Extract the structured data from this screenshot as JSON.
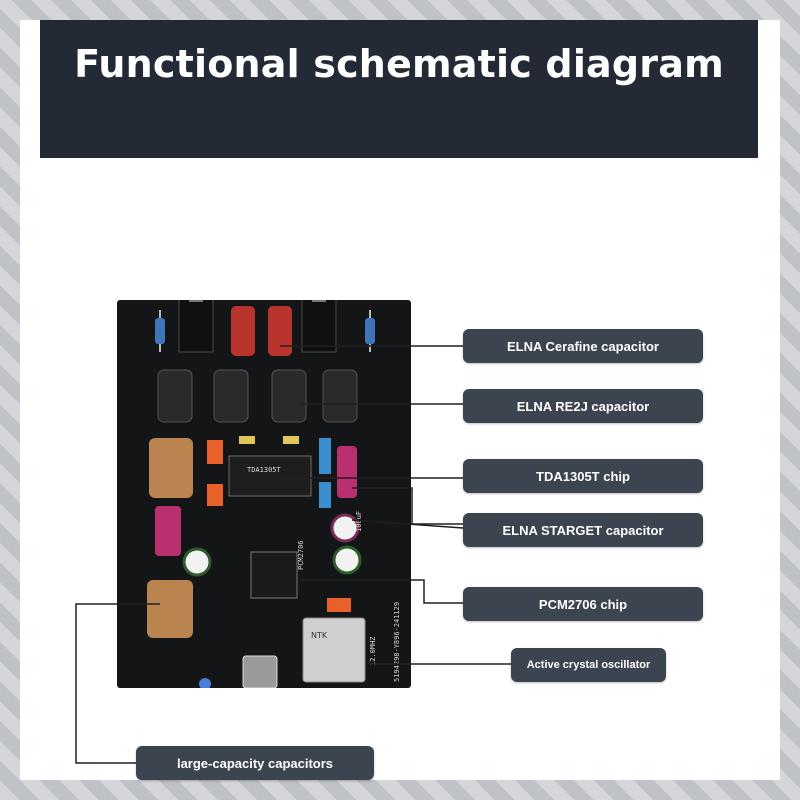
{
  "header": {
    "title": "Functional schematic diagram"
  },
  "callouts": {
    "elna_cerafine": "ELNA Cerafine capacitor",
    "elna_re2j": "ELNA RE2J capacitor",
    "tda1305t": "TDA1305T chip",
    "elna_starget": "ELNA STARGET capacitor",
    "pcm2706": "PCM2706 chip",
    "crystal": "Active crystal oscillator",
    "large_caps": "large-capacity capacitors"
  },
  "board": {
    "chip_marking_top": "TDA1305T",
    "chip_marking_pcm": "PCM2706",
    "cap_label_100uf": "100uF",
    "serial": "5194298-Y896-241129",
    "crystal_freq": "12.0MHZ",
    "crystal_brand": "NTK"
  },
  "colors": {
    "header_bg": "#232a35",
    "callout_bg": "#3c4450",
    "board": "#141516",
    "cap_red": "#b8342c",
    "cap_gold": "#b98450",
    "cap_pink": "#b8306e",
    "cap_blue": "#3b8fd0",
    "cap_orange": "#e8602a"
  }
}
